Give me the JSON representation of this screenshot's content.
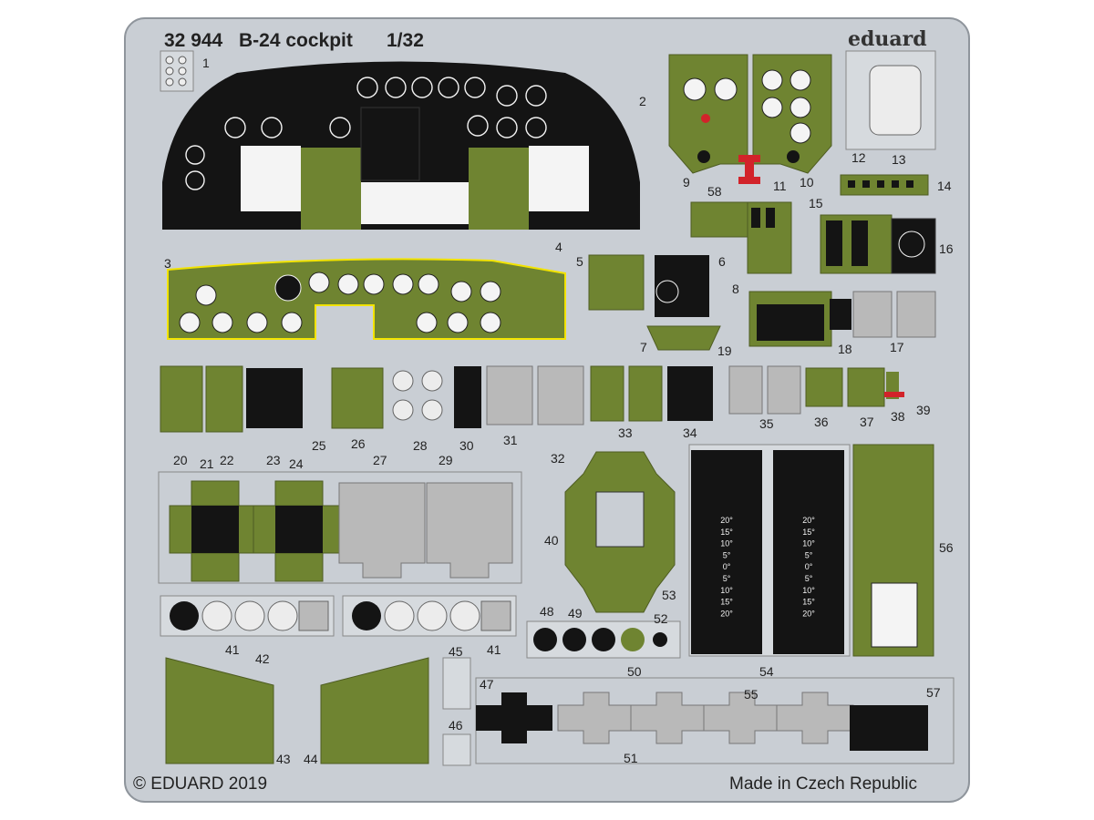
{
  "header": {
    "code": "32 944",
    "title": "B-24 cockpit",
    "scale": "1/32",
    "brand": "eduard"
  },
  "footer": {
    "copyright": "© EDUARD 2019",
    "origin": "Made in Czech Republic"
  },
  "colors": {
    "fret": "#c9ced4",
    "olive": "#6f8431",
    "black": "#141414",
    "gray": "#b9b9b9",
    "white": "#f4f4f4",
    "red": "#d2232a",
    "yellow": "#f2e300"
  },
  "part_numbers": {
    "p1": "1",
    "p2": "2",
    "p3": "3",
    "p4": "4",
    "p5": "5",
    "p6": "6",
    "p7": "7",
    "p8": "8",
    "p9": "9",
    "p10": "10",
    "p11": "11",
    "p12": "12",
    "p13": "13",
    "p14": "14",
    "p15": "15",
    "p16": "16",
    "p17": "17",
    "p18": "18",
    "p19": "19",
    "p20": "20",
    "p21": "21",
    "p22": "22",
    "p23": "23",
    "p24": "24",
    "p25": "25",
    "p26": "26",
    "p27": "27",
    "p28": "28",
    "p29": "29",
    "p30": "30",
    "p31": "31",
    "p32": "32",
    "p33": "33",
    "p34": "34",
    "p35": "35",
    "p36": "36",
    "p37": "37",
    "p38": "38",
    "p39": "39",
    "p40": "40",
    "p41a": "41",
    "p41b": "41",
    "p42": "42",
    "p43": "43",
    "p44": "44",
    "p45": "45",
    "p46": "46",
    "p47": "47",
    "p48": "48",
    "p49": "49",
    "p50": "50",
    "p51": "51",
    "p52": "52",
    "p53": "53",
    "p54": "54",
    "p55": "55",
    "p56": "56",
    "p57": "57",
    "p58": "58"
  },
  "trim_scale": [
    "20°",
    "15°",
    "10°",
    "5°",
    "0°",
    "5°",
    "10°",
    "15°",
    "20°"
  ]
}
